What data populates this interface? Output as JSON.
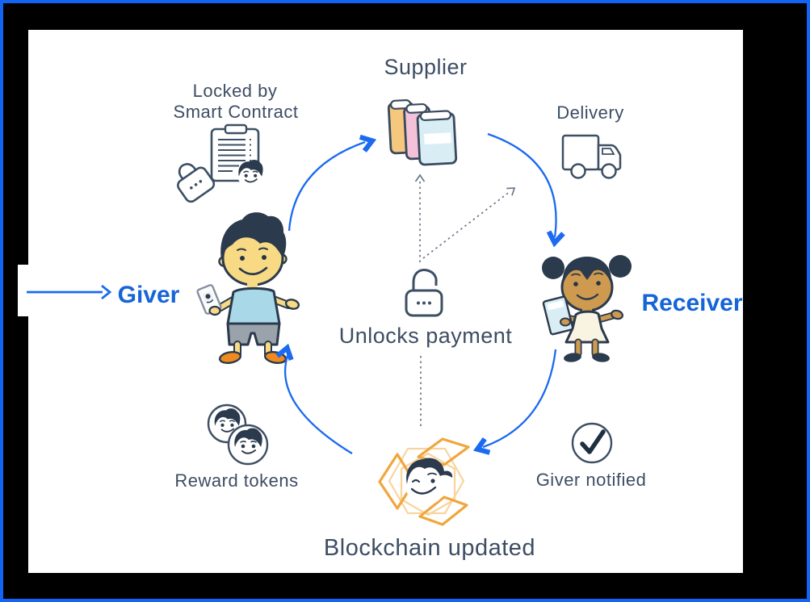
{
  "frame": {
    "border_color": "#1464f4",
    "outer_background": "#000000",
    "panel_background": "#ffffff"
  },
  "palette": {
    "arrow_blue": "#1b6af0",
    "actor_label_blue": "#1565d8",
    "text_slate": "#3d4d63",
    "icon_outline_slate": "#3d4f63",
    "dashed_gray": "#6a7789",
    "hexagon_orange": "#f0a63c",
    "hexagon_light_orange": "#f8d49c",
    "book_orange": "#f6c87d",
    "book_pink": "#f4c2d8",
    "book_blue": "#d9edf5",
    "giver_skin": "#f8da84",
    "receiver_skin": "#cd9a50",
    "hair_navy": "#2b3a4d",
    "shirt_blue": "#a9d9e8",
    "shoes_orange": "#ef8a1f"
  },
  "nodes": {
    "locked": {
      "label_line1": "Locked by",
      "label_line2": "Smart Contract",
      "icon": "clipboard-lock-face"
    },
    "supplier": {
      "label": "Supplier",
      "icon": "books"
    },
    "delivery": {
      "label": "Delivery",
      "icon": "delivery-truck"
    },
    "giver": {
      "label": "Giver",
      "icon": "boy-with-phone"
    },
    "receiver": {
      "label": "Receiver",
      "icon": "girl-with-book"
    },
    "unlock": {
      "label": "Unlocks payment",
      "icon": "open-padlock"
    },
    "reward": {
      "label": "Reward tokens",
      "icon": "face-tokens"
    },
    "notified": {
      "label": "Giver notified",
      "icon": "check-circle"
    },
    "blockchain": {
      "label": "Blockchain updated",
      "icon": "hexagon-blocks-face"
    }
  },
  "flow": {
    "cycle": [
      "Giver",
      "Supplier",
      "Receiver",
      "Blockchain updated",
      "Giver"
    ],
    "dashed_links": [
      {
        "from": "Unlocks payment",
        "to": "Supplier"
      },
      {
        "from": "Unlocks payment",
        "to": "Delivery"
      },
      {
        "from": "Unlocks payment",
        "to": "Blockchain updated"
      }
    ],
    "entry_arrow_target": "Giver"
  }
}
